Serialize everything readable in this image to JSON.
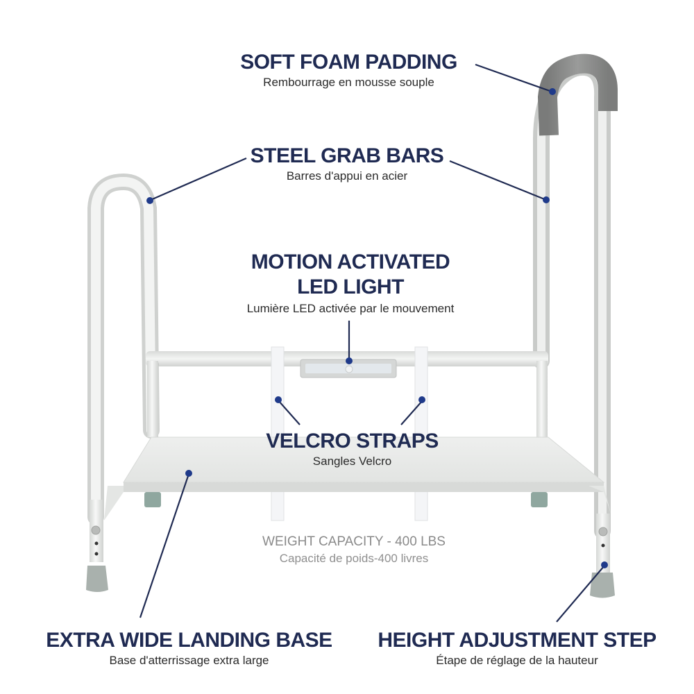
{
  "colors": {
    "title": "#1f2a52",
    "subtitle": "#2a2a2a",
    "capacity_text": "#8a8a8a",
    "callout_line": "#1f2a52",
    "callout_dot": "#1f3a8a",
    "frame_white": "#eceeec",
    "foam_gray": "#8c8d8c",
    "foot_gray": "#a9b1ad",
    "foot_teal": "#8fa79f"
  },
  "product": {
    "name": "Bed step stool with grab bars",
    "illustration": "bed-step-stool-illustration"
  },
  "callouts": [
    {
      "id": "soft-foam-padding",
      "title": "SOFT FOAM PADDING",
      "subtitle": "Rembourrage en mousse souple"
    },
    {
      "id": "steel-grab-bars",
      "title": "STEEL GRAB BARS",
      "subtitle": "Barres d'appui en acier"
    },
    {
      "id": "motion-led-light",
      "title_line1": "MOTION ACTIVATED",
      "title_line2": "LED LIGHT",
      "subtitle": "Lumière LED activée par le mouvement"
    },
    {
      "id": "velcro-straps",
      "title": "VELCRO STRAPS",
      "subtitle": "Sangles Velcro"
    },
    {
      "id": "extra-wide-base",
      "title": "EXTRA WIDE LANDING BASE",
      "subtitle": "Base d'atterrissage extra large"
    },
    {
      "id": "height-adjustment",
      "title": "HEIGHT ADJUSTMENT STEP",
      "subtitle": "Étape de réglage de la hauteur"
    }
  ],
  "weight_capacity": {
    "title": "WEIGHT CAPACITY - 400 LBS",
    "subtitle": "Capacité de poids-400 livres"
  }
}
